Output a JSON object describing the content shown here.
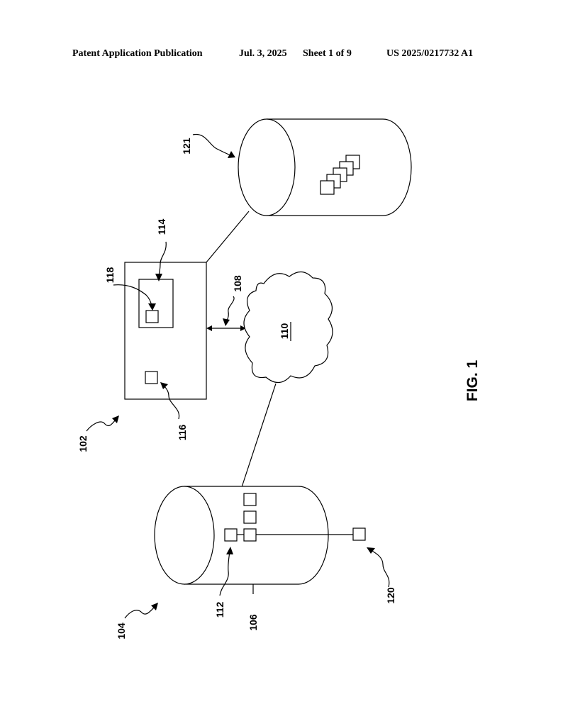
{
  "header": {
    "publication": "Patent Application Publication",
    "date": "Jul. 3, 2025",
    "sheet": "Sheet 1 of 9",
    "number": "US 2025/0217732 A1"
  },
  "figure": {
    "label": "FIG. 1",
    "refs": {
      "r102": "102",
      "r104": "104",
      "r106": "106",
      "r108": "108",
      "r110": "110",
      "r112": "112",
      "r114": "114",
      "r116": "116",
      "r118": "118",
      "r120": "120",
      "r121": "121"
    }
  }
}
